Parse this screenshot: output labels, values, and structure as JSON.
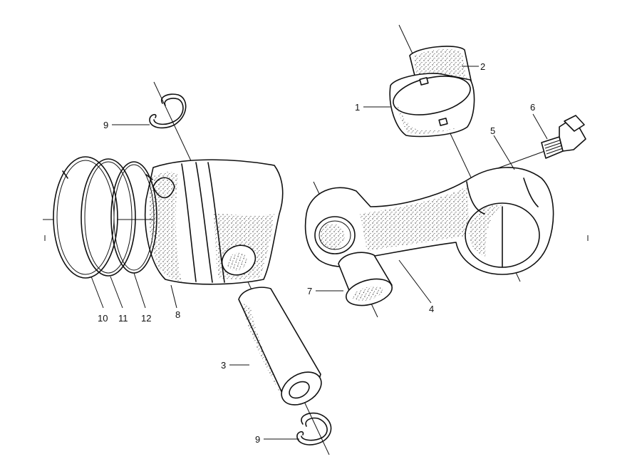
{
  "diagram": {
    "parts": [
      {
        "key": "bearing_upper",
        "label": "1"
      },
      {
        "key": "bearing_lower",
        "label": "2"
      },
      {
        "key": "piston_pin",
        "label": "3"
      },
      {
        "key": "connecting_rod",
        "label": "4"
      },
      {
        "key": "rod_cap",
        "label": "5"
      },
      {
        "key": "cap_bolt",
        "label": "6"
      },
      {
        "key": "small_end_bushing",
        "label": "7"
      },
      {
        "key": "piston",
        "label": "8"
      },
      {
        "key": "snap_ring_top",
        "label": "9"
      },
      {
        "key": "snap_ring_bottom",
        "label": "9"
      },
      {
        "key": "ring_1",
        "label": "10"
      },
      {
        "key": "ring_2",
        "label": "11"
      },
      {
        "key": "ring_3",
        "label": "12"
      }
    ]
  }
}
